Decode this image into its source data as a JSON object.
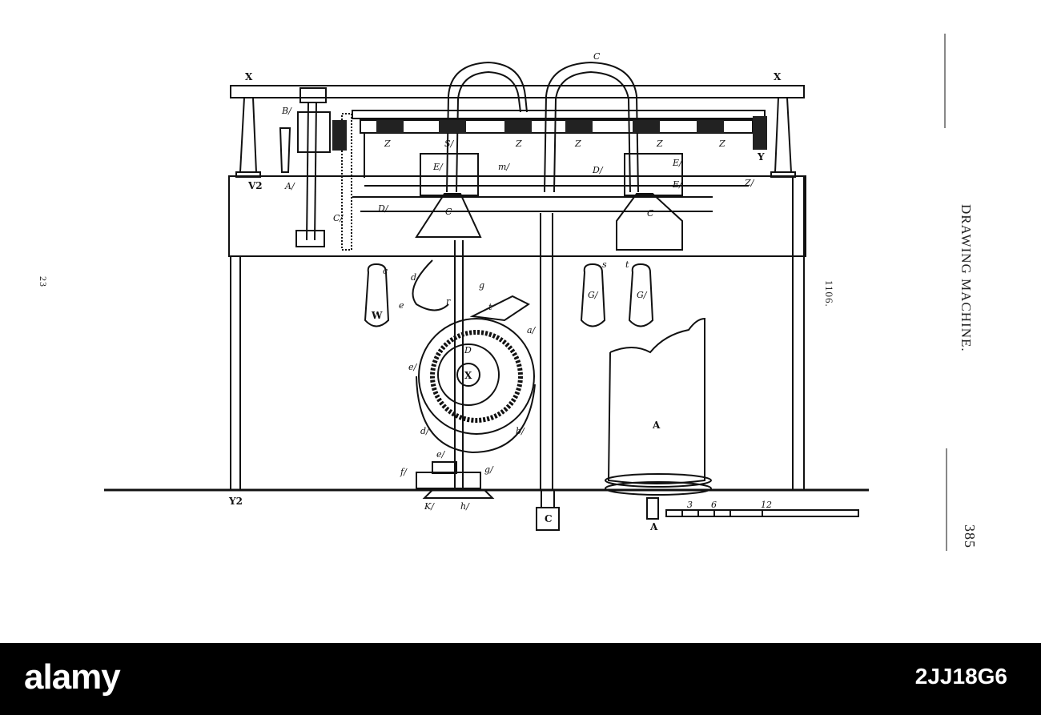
{
  "plate": {
    "title": "DRAWING MACHINE.",
    "page_number": "385",
    "figure_number": "1106.",
    "margin_number": "23"
  },
  "labels": {
    "X": "X",
    "C": "C",
    "Z": "Z",
    "S1": "S/",
    "B1": "B/",
    "A1": "A/",
    "V2": "V2",
    "E1": "E/",
    "m1": "m/",
    "D1": "D/",
    "Z1": "Z/",
    "Y": "Y",
    "C1": "C/",
    "c": "c",
    "d": "d",
    "e": "e",
    "g": "g",
    "r": "r",
    "t": "t",
    "s": "s",
    "a1": "a/",
    "W": "W",
    "G1": "G/",
    "D": "D",
    "e1": "e/",
    "b1": "b/",
    "d1": "d/",
    "g1": "g/",
    "f1": "f/",
    "K1": "K/",
    "h1": "h/",
    "A": "A",
    "Y2": "Y2",
    "scale3": "3",
    "scale6": "6",
    "scale12": "12"
  },
  "banner": {
    "logo": "alamy",
    "image_id": "2JJ18G6"
  }
}
